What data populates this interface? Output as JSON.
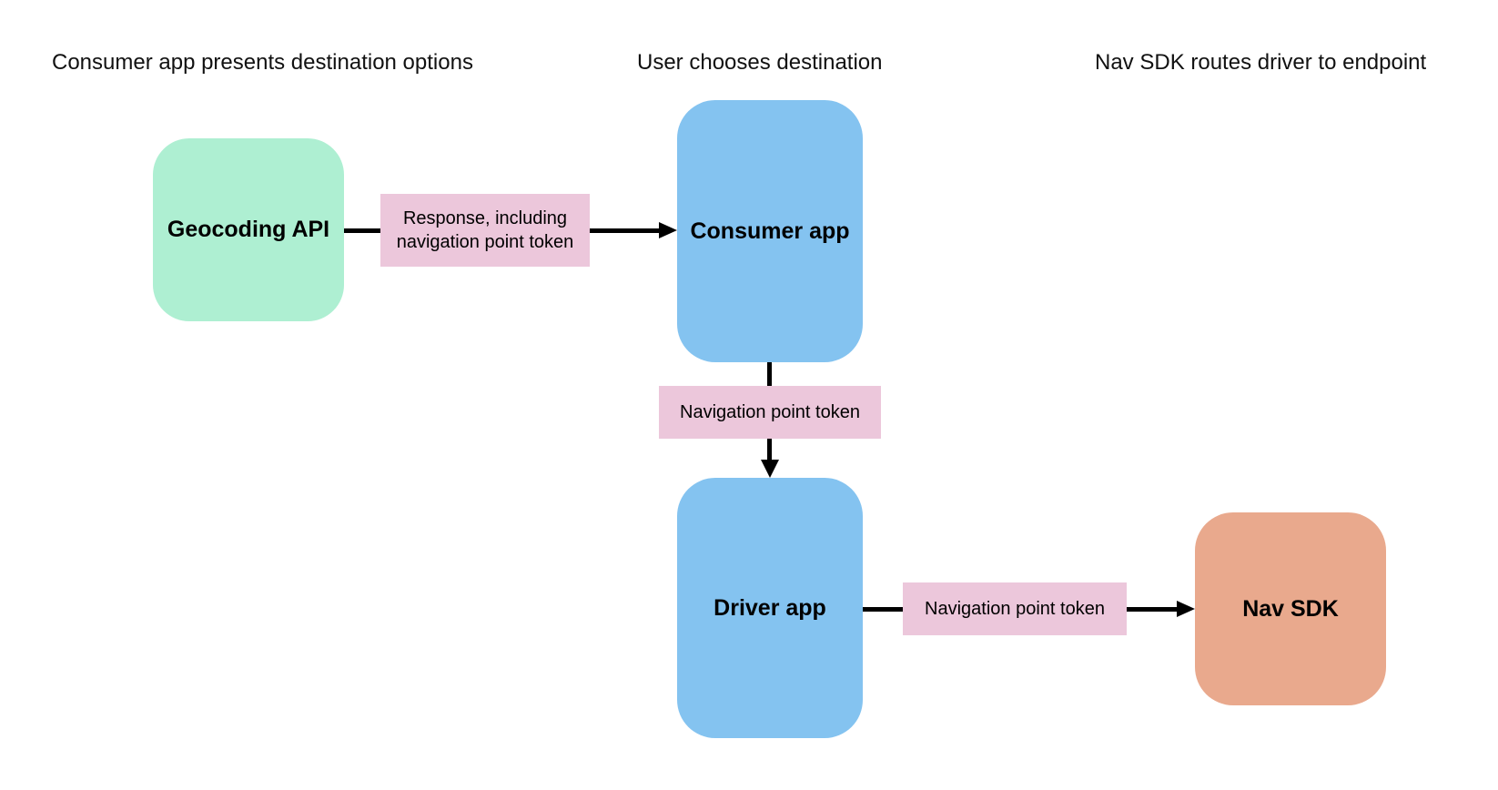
{
  "diagram": {
    "headers": {
      "left": "Consumer app presents destination options",
      "center": "User chooses destination",
      "right": "Nav SDK routes driver to endpoint"
    },
    "nodes": {
      "geocoding_api": {
        "label": "Geocoding API",
        "fill": "#aeefd2"
      },
      "consumer_app": {
        "label": "Consumer app",
        "fill": "#84c3f0"
      },
      "driver_app": {
        "label": "Driver app",
        "fill": "#84c3f0"
      },
      "nav_sdk": {
        "label": "Nav SDK",
        "fill": "#e9a98d"
      }
    },
    "edges": {
      "geocoding_to_consumer": {
        "label": "Response, including navigation point token",
        "label_bg": "#ecc7db"
      },
      "consumer_to_driver": {
        "label": "Navigation point token",
        "label_bg": "#ecc7db"
      },
      "driver_to_navsdk": {
        "label": "Navigation point token",
        "label_bg": "#ecc7db"
      }
    },
    "colors": {
      "background": "#ffffff",
      "arrow": "#000000",
      "text": "#111111"
    }
  }
}
